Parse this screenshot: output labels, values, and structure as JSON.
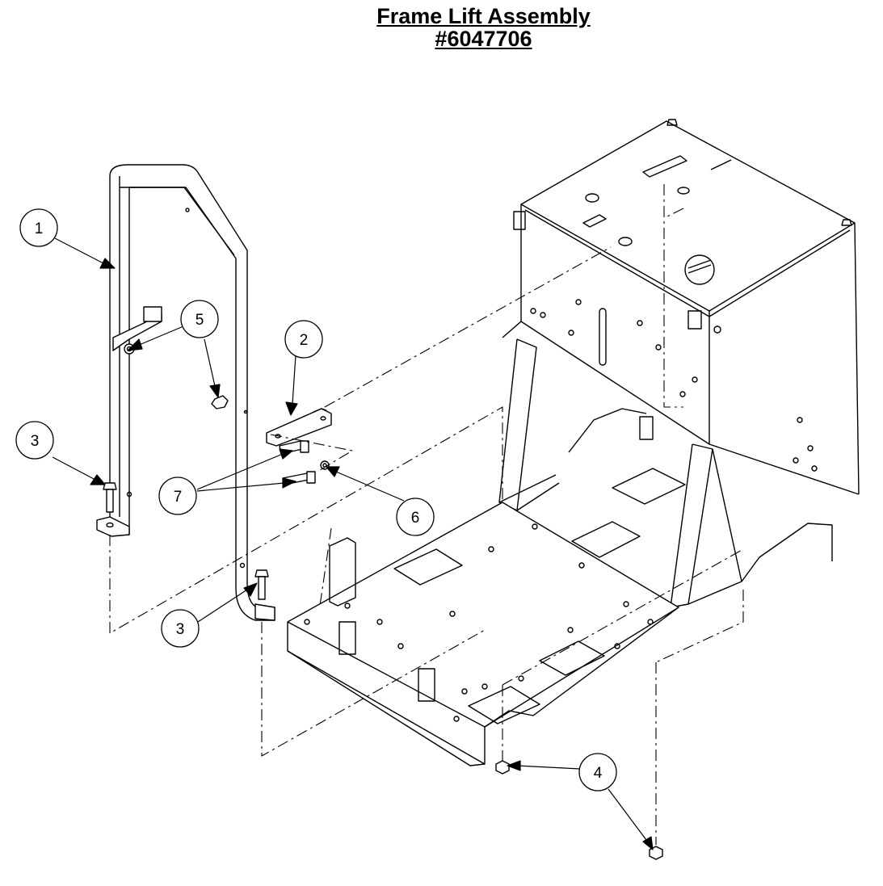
{
  "title": "Frame Lift Assembly",
  "part_number": "#6047706",
  "callouts": [
    {
      "label": "1"
    },
    {
      "label": "2"
    },
    {
      "label": "3"
    },
    {
      "label": "3"
    },
    {
      "label": "4"
    },
    {
      "label": "5"
    },
    {
      "label": "6"
    },
    {
      "label": "7"
    }
  ]
}
